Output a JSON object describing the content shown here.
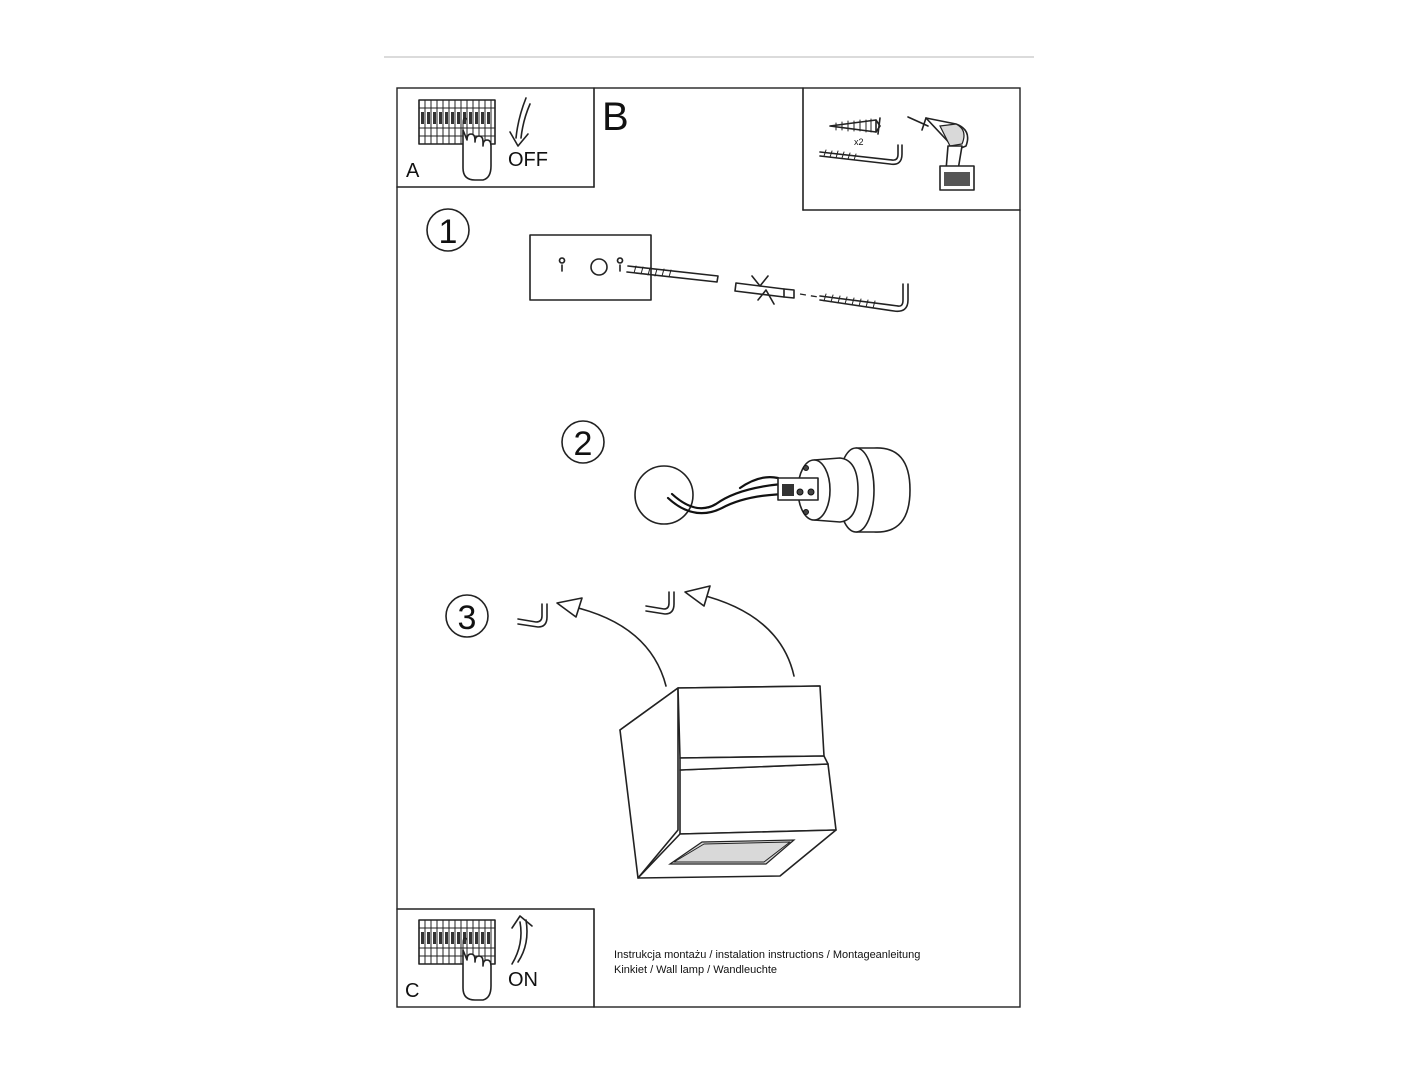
{
  "panels": {
    "a": {
      "letter": "A",
      "action": "OFF"
    },
    "b": {
      "letter": "B"
    },
    "c": {
      "letter": "C",
      "action": "ON"
    }
  },
  "tools": {
    "quantity": "x2"
  },
  "steps": [
    {
      "number": "1"
    },
    {
      "number": "2"
    },
    {
      "number": "3"
    }
  ],
  "caption": {
    "line1": "Instrukcja montażu / instalation instructions / Montageanleitung",
    "line2": "Kinkiet / Wall lamp / Wandleuchte"
  }
}
